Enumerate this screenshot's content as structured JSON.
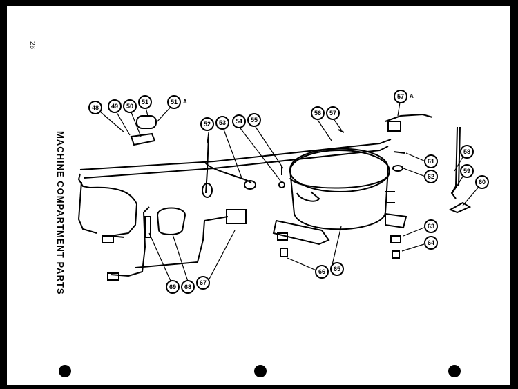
{
  "page_number": "26",
  "title": "MACHINE COMPARTMENT PARTS",
  "callouts": [
    {
      "id": "c48",
      "label": "48",
      "suffix": ""
    },
    {
      "id": "c49",
      "label": "49",
      "suffix": ""
    },
    {
      "id": "c50a",
      "label": "50",
      "suffix": ""
    },
    {
      "id": "c51",
      "label": "51",
      "suffix": ""
    },
    {
      "id": "c51a",
      "label": "51",
      "suffix": "A"
    },
    {
      "id": "c52",
      "label": "52",
      "suffix": ""
    },
    {
      "id": "c53a",
      "label": "53",
      "suffix": ""
    },
    {
      "id": "c54",
      "label": "54",
      "suffix": ""
    },
    {
      "id": "c55",
      "label": "55",
      "suffix": ""
    },
    {
      "id": "c56",
      "label": "56",
      "suffix": ""
    },
    {
      "id": "c57",
      "label": "57",
      "suffix": ""
    },
    {
      "id": "c57a",
      "label": "57",
      "suffix": "A"
    },
    {
      "id": "c58",
      "label": "58",
      "suffix": ""
    },
    {
      "id": "c59",
      "label": "59",
      "suffix": ""
    },
    {
      "id": "c60",
      "label": "60",
      "suffix": ""
    },
    {
      "id": "c61",
      "label": "61",
      "suffix": ""
    },
    {
      "id": "c62",
      "label": "62",
      "suffix": ""
    },
    {
      "id": "c63",
      "label": "63",
      "suffix": ""
    },
    {
      "id": "c64",
      "label": "64",
      "suffix": ""
    },
    {
      "id": "c65",
      "label": "65",
      "suffix": ""
    },
    {
      "id": "c66",
      "label": "66",
      "suffix": ""
    },
    {
      "id": "c67",
      "label": "67",
      "suffix": ""
    },
    {
      "id": "c68",
      "label": "68",
      "suffix": ""
    },
    {
      "id": "c69",
      "label": "69",
      "suffix": ""
    }
  ]
}
